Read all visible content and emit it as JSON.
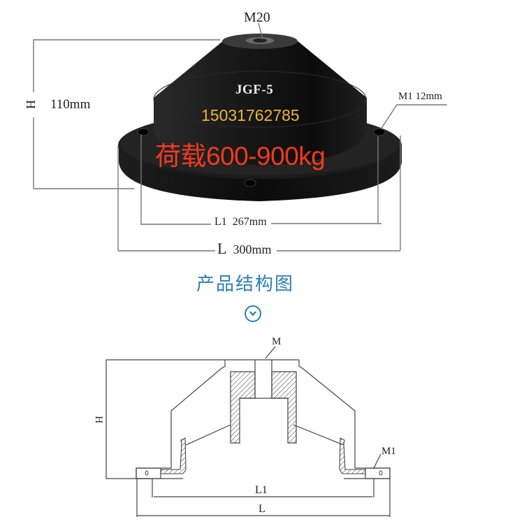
{
  "photo": {
    "top_thread_label": "M20",
    "height_label": "H",
    "height_value": "110mm",
    "hole_label": "M1  12mm",
    "model": "JGF-5",
    "phone": "15031762785",
    "load_label": "荷载600-900kg",
    "l1_label": "L1",
    "l1_value": "267mm",
    "l_label": "L",
    "l_value": "300mm"
  },
  "section": {
    "title": "产品结构图",
    "chevron_icon": "chevron-down-circle-icon",
    "accent_color": "#2a7fb8"
  },
  "drawing": {
    "label_m": "M",
    "label_h": "H",
    "label_m1": "M1",
    "label_l1": "L1",
    "label_l": "L"
  },
  "colors": {
    "rubber": "#141414",
    "phone_text": "#f0b238",
    "load_text": "#f33a1e",
    "line": "#444444"
  }
}
